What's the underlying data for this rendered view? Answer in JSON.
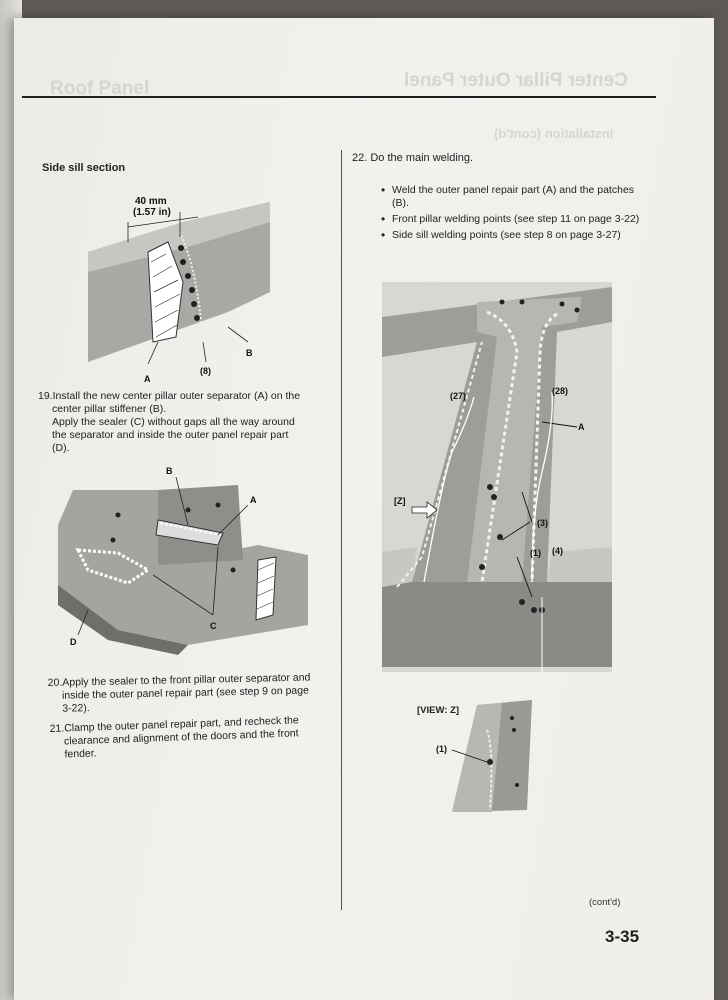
{
  "header": {
    "left_title": "Roof Panel",
    "right_title": "Center Pillar Outer Panel",
    "subtitle": "Installation (cont'd)"
  },
  "left": {
    "section_title": "Side sill section",
    "fig1": {
      "dim_mm": "40 mm",
      "dim_in": "(1.57 in)",
      "label_8": "(8)",
      "label_a": "A",
      "label_b": "B"
    },
    "step19": {
      "number": "19.",
      "line1": "Install the new center pillar outer separator (A) on the",
      "line2": "center pillar stiffener (B).",
      "line3": "Apply the sealer (C) without gaps all the way around",
      "line4": "the separator and inside the outer panel repair part",
      "line5": "(D)."
    },
    "fig2": {
      "label_b": "B",
      "label_a": "A",
      "label_c": "C",
      "label_d": "D"
    },
    "step20": {
      "number": "20.",
      "line1": "Apply the sealer to the front pillar outer separator and",
      "line2": "inside the outer panel repair part (see step 9 on page",
      "line3": "3-22)."
    },
    "step21": {
      "number": "21.",
      "line1": "Clamp the outer panel repair part, and recheck the",
      "line2": "clearance and alignment of the doors and the front",
      "line3": "fender."
    }
  },
  "right": {
    "step22": {
      "title": "22. Do the main welding.",
      "bullets": [
        "Weld the outer panel repair part (A) and the patches (B).",
        "Front pillar welding points (see step 11 on page 3-22)",
        "Side sill welding points (see step 8 on page 3-27)"
      ]
    },
    "fig3": {
      "label_27": "(27)",
      "label_28": "(28)",
      "label_a": "A",
      "label_z": "[Z]",
      "label_3": "(3)",
      "label_1": "(1)",
      "label_4": "(4)"
    },
    "fig4": {
      "label_view": "[VIEW: Z]",
      "label_1": "(1)"
    }
  },
  "footer": {
    "contd": "(cont'd)",
    "page_number": "3-35"
  }
}
